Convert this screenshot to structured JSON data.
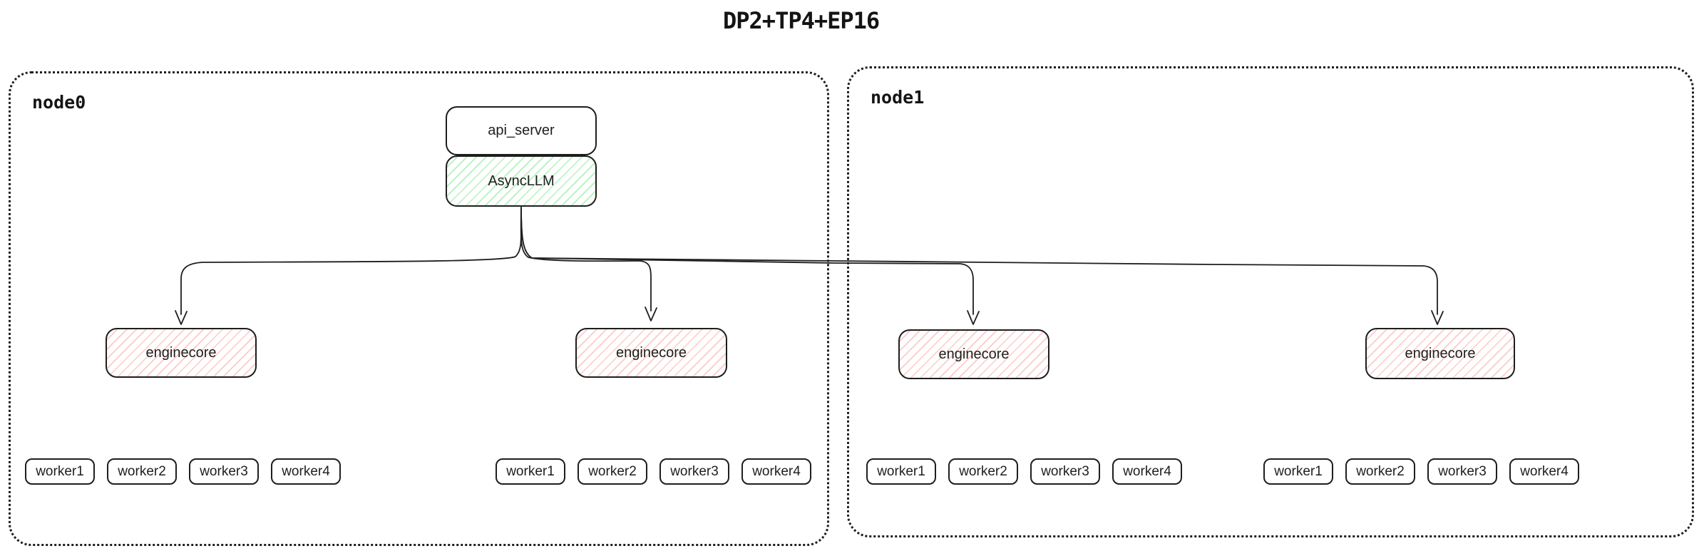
{
  "title": "DP2+TP4+EP16",
  "colors": {
    "stroke": "#1e1e1e",
    "green_hatch": "#b2f2bb",
    "red_hatch": "#ffc9c9",
    "background": "#ffffff"
  },
  "stack": {
    "api_server": "api_server",
    "async_llm": "AsyncLLM"
  },
  "nodes": [
    {
      "label": "node0",
      "groups": [
        {
          "enginecore": "enginecore",
          "workers": [
            "worker1",
            "worker2",
            "worker3",
            "worker4"
          ]
        },
        {
          "enginecore": "enginecore",
          "workers": [
            "worker1",
            "worker2",
            "worker3",
            "worker4"
          ]
        }
      ]
    },
    {
      "label": "node1",
      "groups": [
        {
          "enginecore": "enginecore",
          "workers": [
            "worker1",
            "worker2",
            "worker3",
            "worker4"
          ]
        },
        {
          "enginecore": "enginecore",
          "workers": [
            "worker1",
            "worker2",
            "worker3",
            "worker4"
          ]
        }
      ]
    }
  ]
}
